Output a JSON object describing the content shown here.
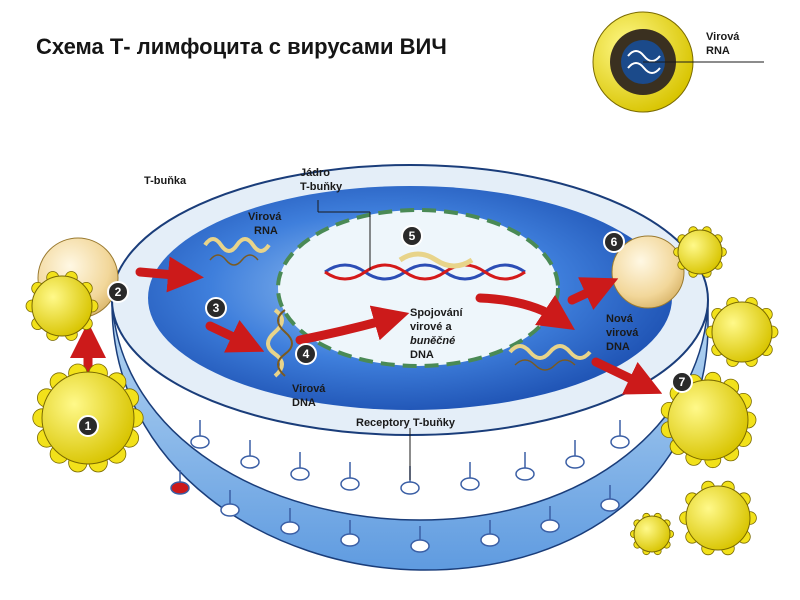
{
  "title": "Схема Т- лимфоцита с вирусами ВИЧ",
  "labels": {
    "t_cell": "T-buňka",
    "nucleus_line1": "Jádro",
    "nucleus_line2": "T-buňky",
    "viral_rna_line1": "Virová",
    "viral_rna_line2": "RNA",
    "viral_dna_line1": "Virová",
    "viral_dna_line2": "DNA",
    "joining_line1": "Spojování",
    "joining_line2": "virové a",
    "joining_line3": "buněčné",
    "joining_line4": "DNA",
    "new_dna_line1": "Nová",
    "new_dna_line2": "virová",
    "new_dna_line3": "DNA",
    "receptors": "Receptory T-buňky",
    "inset_line1": "Virová",
    "inset_line2": "RNA"
  },
  "steps": [
    "1",
    "2",
    "3",
    "4",
    "5",
    "6",
    "7"
  ],
  "colors": {
    "virus": "#f2e11a",
    "arrow": "#cc1a1a",
    "cytoplasm": "#2f6fd6",
    "membrane": "#e4eef8",
    "nucleus": "#eef6fb",
    "step_badge": "#2a2a2a"
  }
}
